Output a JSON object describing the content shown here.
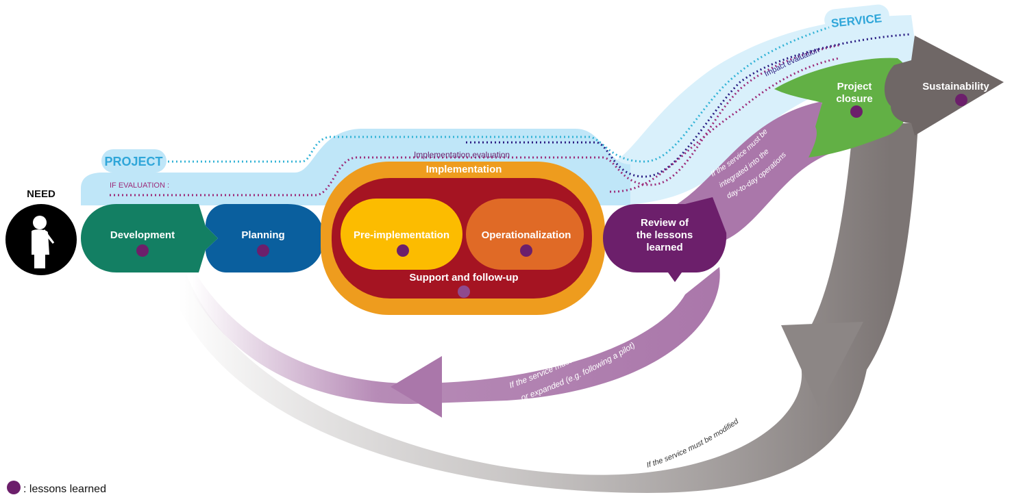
{
  "labels": {
    "need": "NEED",
    "project": "PROJECT",
    "service": "SERVICE",
    "if_evaluation": "IF EVALUATION :",
    "implementation_evaluation": "Implementation evaluation",
    "impact_evaluation": "Impact evaluation",
    "implementation": "Implementation",
    "support": "Support and follow-up",
    "legend": ": lessons learned"
  },
  "stages": {
    "development": "Development",
    "planning": "Planning",
    "pre_implementation": "Pre-implementation",
    "operationalization": "Operationalization",
    "review_1": "Review of",
    "review_2": "the lessons",
    "review_3": "learned",
    "closure_1": "Project",
    "closure_2": "closure",
    "sustainability": "Sustainability"
  },
  "arrows": {
    "integrated_1": "If the service must be",
    "integrated_2": "integrated into the",
    "integrated_3": "day-to-day operations",
    "modified_expanded_1": "If the service must be modified",
    "modified_expanded_2": "or expanded (e.g. following a pilot)",
    "modified": "If the service must be modified"
  },
  "colors": {
    "project_blue": "#bfe6f8",
    "service_blue": "#d9f0fb",
    "development": "#137f63",
    "planning": "#0a5f9e",
    "implementation_outer": "#ee9c1e",
    "implementation_inner": "#a51422",
    "pre_implementation": "#fcbc00",
    "operationalization": "#e06a26",
    "review": "#6c1f6b",
    "lessons_arrow": "#aa77aa",
    "closure": "#62b045",
    "sustainability": "#6f6766",
    "grey_arrow": "#9c9796",
    "dot": "#6c1f6b",
    "dotted_cyan": "#33b3d6",
    "dotted_navy": "#2a1c82",
    "dotted_magenta": "#9c2a78"
  }
}
